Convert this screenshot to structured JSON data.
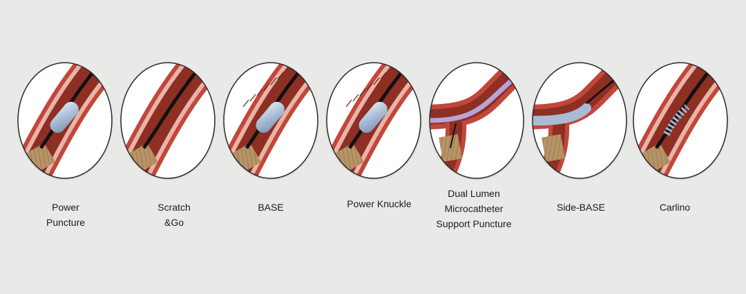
{
  "colors": {
    "background": "#e9e9e7",
    "vessel_wall": "#c1473b",
    "vessel_lumen": "#8e2f24",
    "occlusion": "#b79466",
    "balloon": "#a9bcd6",
    "wire": "#111111",
    "microcatheter": "#b8a3d8"
  },
  "techniques": [
    {
      "name": "power-puncture",
      "label_lines": [
        "Power",
        "Puncture"
      ]
    },
    {
      "name": "scratch-and-go",
      "label_lines": [
        "Scratch",
        "&Go"
      ]
    },
    {
      "name": "base",
      "label_lines": [
        "BASE"
      ]
    },
    {
      "name": "power-knuckle",
      "label_lines": [
        "Power Knuckle"
      ]
    },
    {
      "name": "dual-lumen-microcatheter-support-puncture",
      "label_lines": [
        "Dual Lumen",
        "Microcatheter",
        "Support Puncture"
      ]
    },
    {
      "name": "side-base",
      "label_lines": [
        "Side-BASE"
      ]
    },
    {
      "name": "carlino",
      "label_lines": [
        "Carlino"
      ]
    }
  ]
}
